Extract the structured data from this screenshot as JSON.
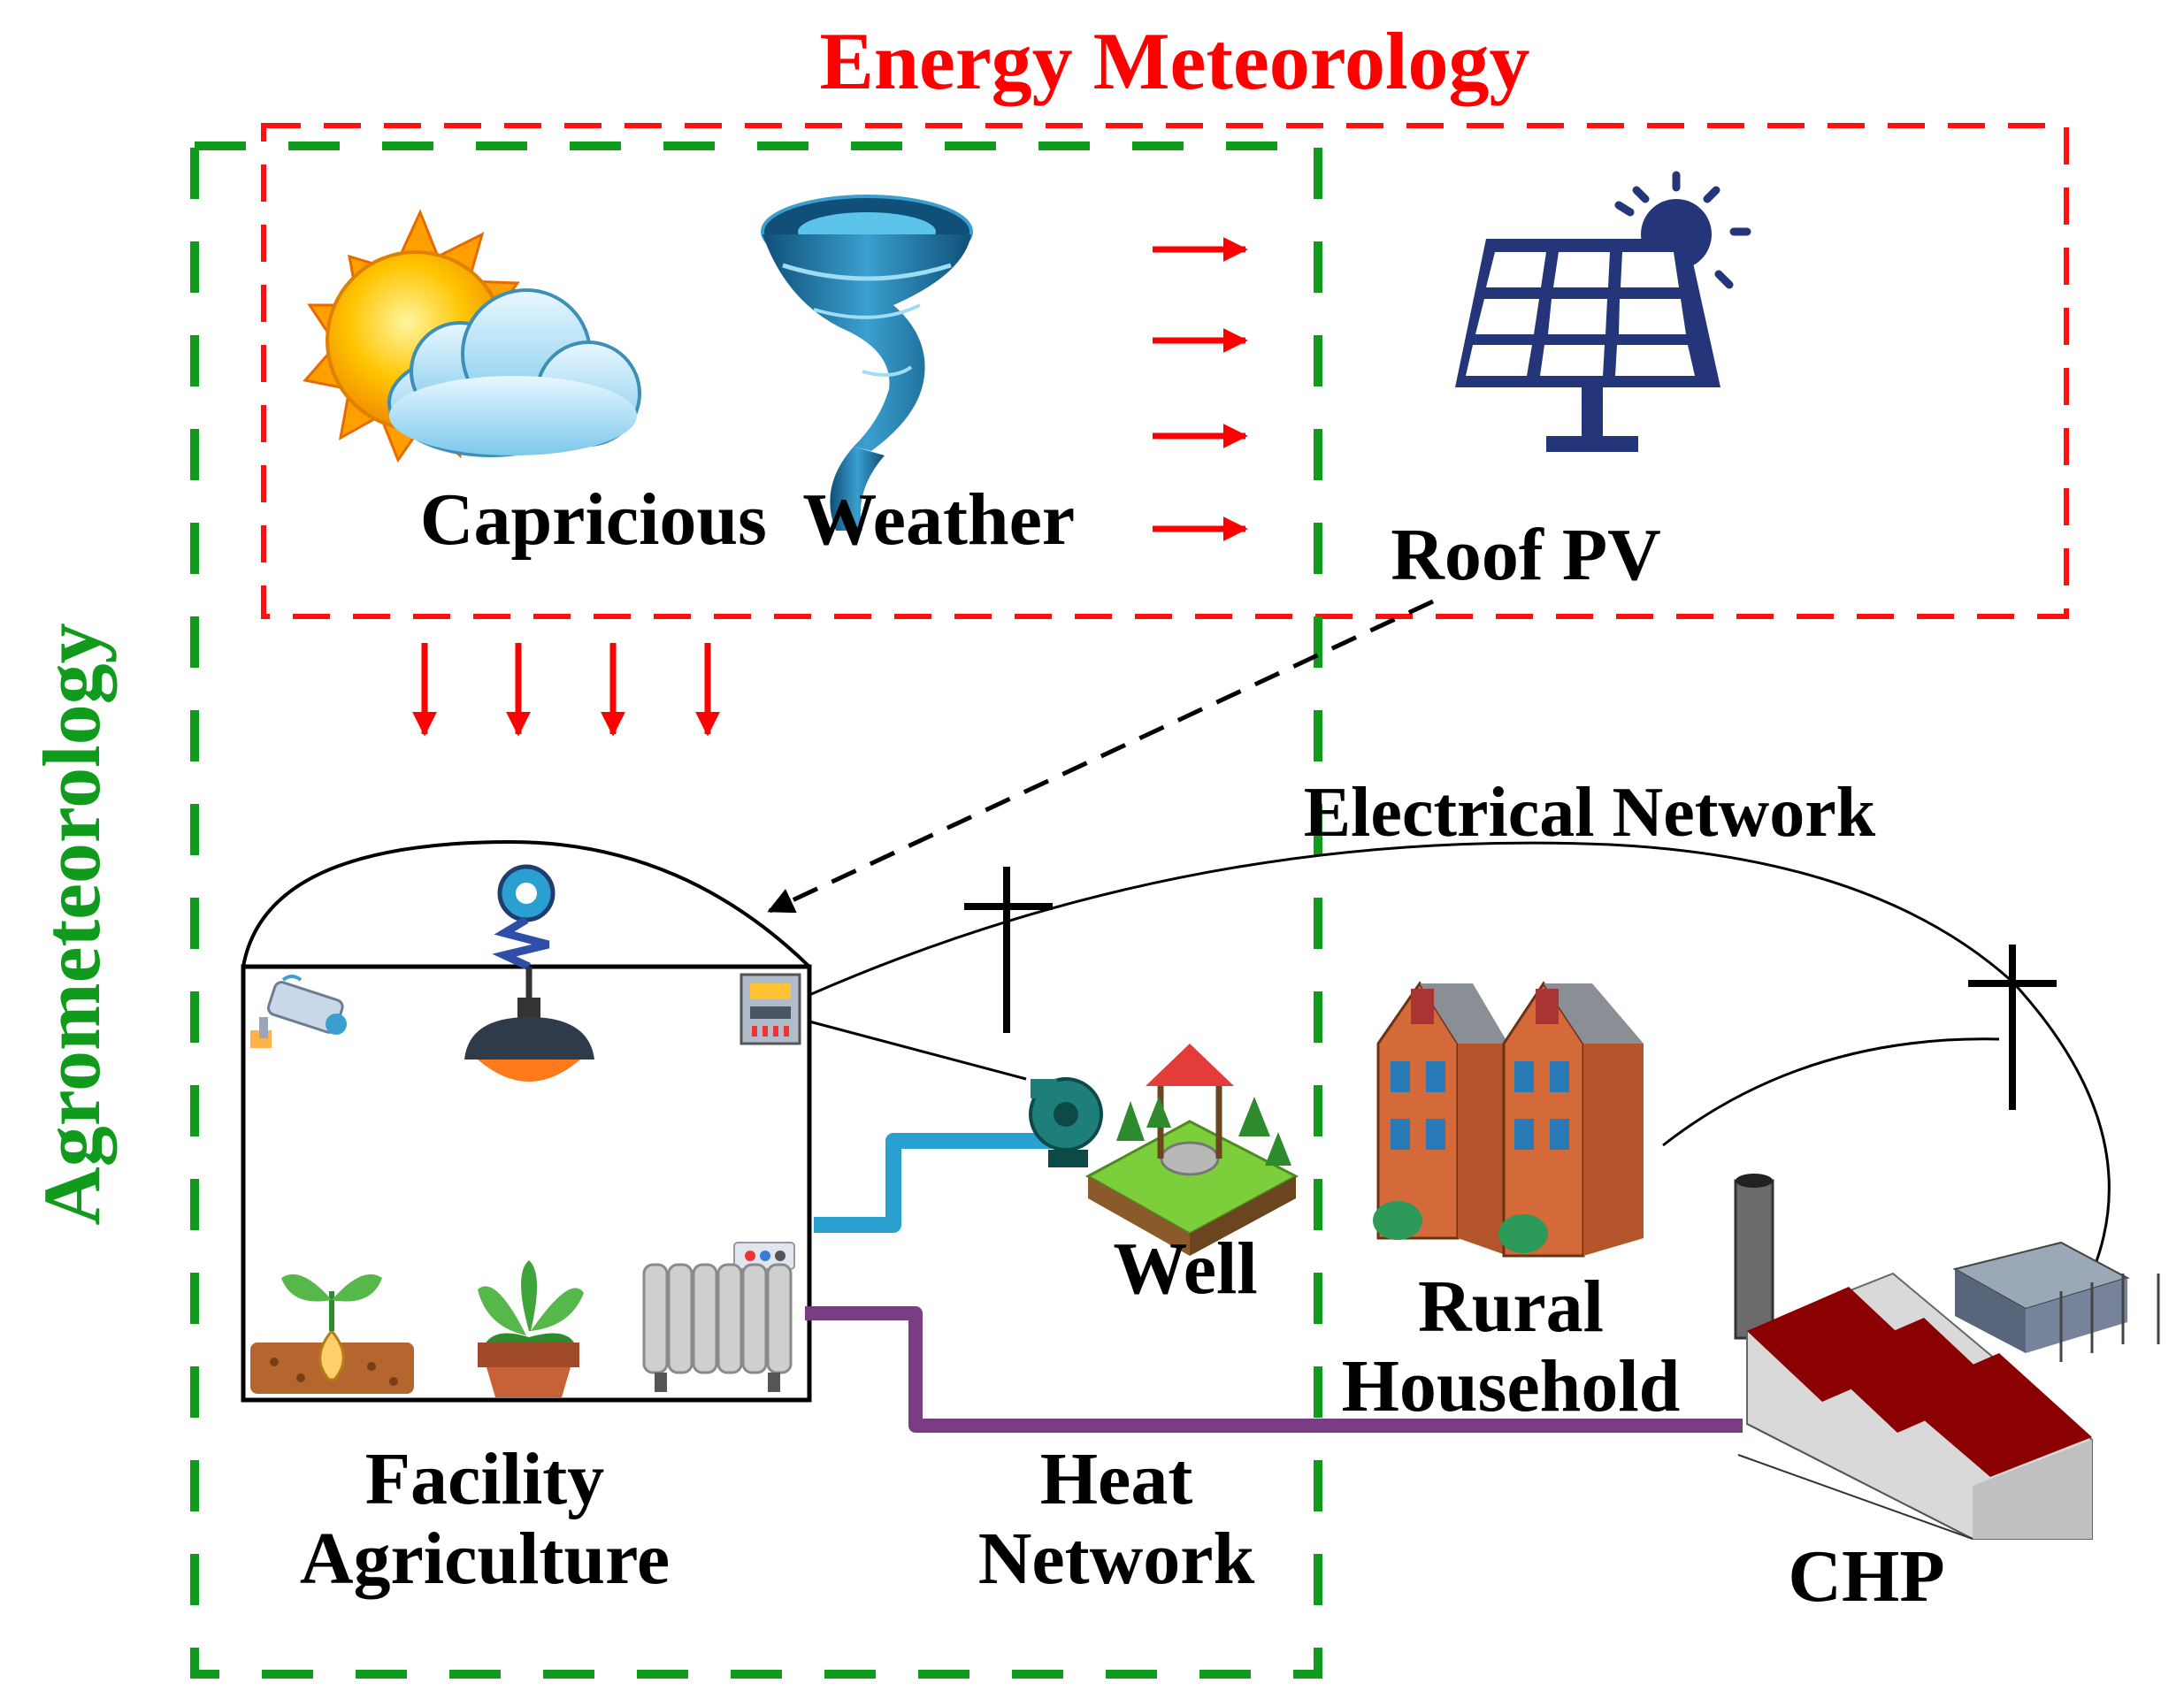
{
  "titles": {
    "energy_meteorology": "Energy Meteorology",
    "agrometeorology": "Agrometeorology"
  },
  "labels": {
    "capricious_weather": "Capricious  Weather",
    "roof_pv": "Roof PV",
    "electrical_network": "Electrical Network",
    "well": "Well",
    "rural_household_line1": "Rural",
    "rural_household_line2": "Household",
    "facility_agriculture_line1": "Facility",
    "facility_agriculture_line2": "Agriculture",
    "heat_network_line1": "Heat",
    "heat_network_line2": "Network",
    "chp": "CHP"
  },
  "colors": {
    "energy_box": "#ff1010",
    "agro_box": "#109b1c",
    "arrows": "#ff0000",
    "water_pipe": "#2aa0d0",
    "heat_pipe": "#7a3c82",
    "solar_panel": "#24357a",
    "chp_roof": "#8b0000"
  }
}
